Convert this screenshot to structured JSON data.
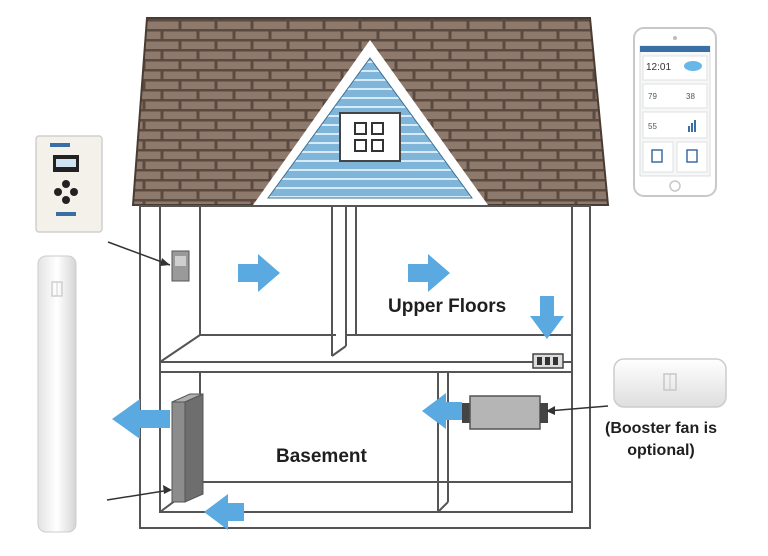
{
  "labels": {
    "upper_floors": "Upper Floors",
    "basement": "Basement",
    "booster_fan": "(Booster fan is optional)"
  },
  "phone": {
    "time": "12:01",
    "temp_indoor": "79",
    "temp_outdoor": "38",
    "humidity": "55"
  },
  "colors": {
    "roof_brick": "#8e7a6d",
    "roof_mortar": "#5a4a40",
    "gable_blue": "#7fb5d9",
    "air_arrow": "#5aa9e0",
    "wall_line": "#555555",
    "unit_gray": "#8c8c8c"
  }
}
